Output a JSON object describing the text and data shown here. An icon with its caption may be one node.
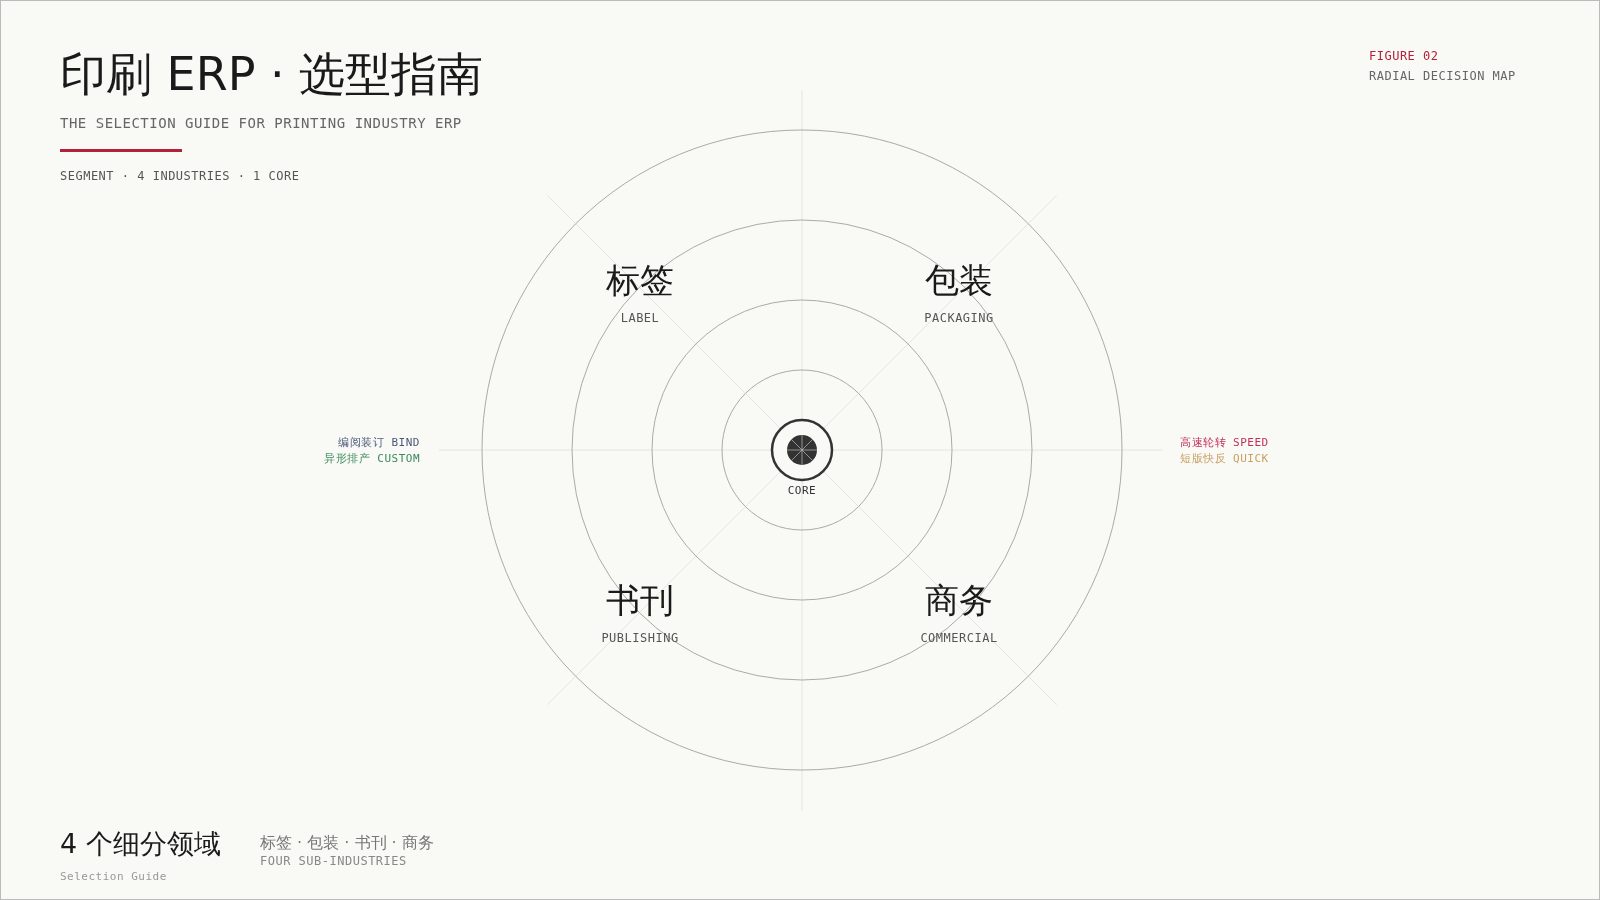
{
  "diagram": {
    "title": "印刷 ERP · 选型指南",
    "labels": [
      "THE SELECTION GUIDE FOR PRINTING INDUSTRY ERP",
      "SEGMENT · 4 INDUSTRIES · 1 CORE",
      "FIGURE 02",
      "RADIAL DECISION MAP",
      "标签",
      "LABEL",
      "包装",
      "PACKAGING",
      "编阅装订 BIND",
      "异形排产 CUSTOM",
      "高速轮转 SPEED",
      "短版快反 QUICK",
      "CORE",
      "书刊",
      "PUBLISHING",
      "商务",
      "COMMERCIAL",
      "4 个细分领域",
      "标签 · 包装 · 书刊 · 商务",
      "FOUR SUB-INDUSTRIES",
      "Selection Guide"
    ]
  }
}
